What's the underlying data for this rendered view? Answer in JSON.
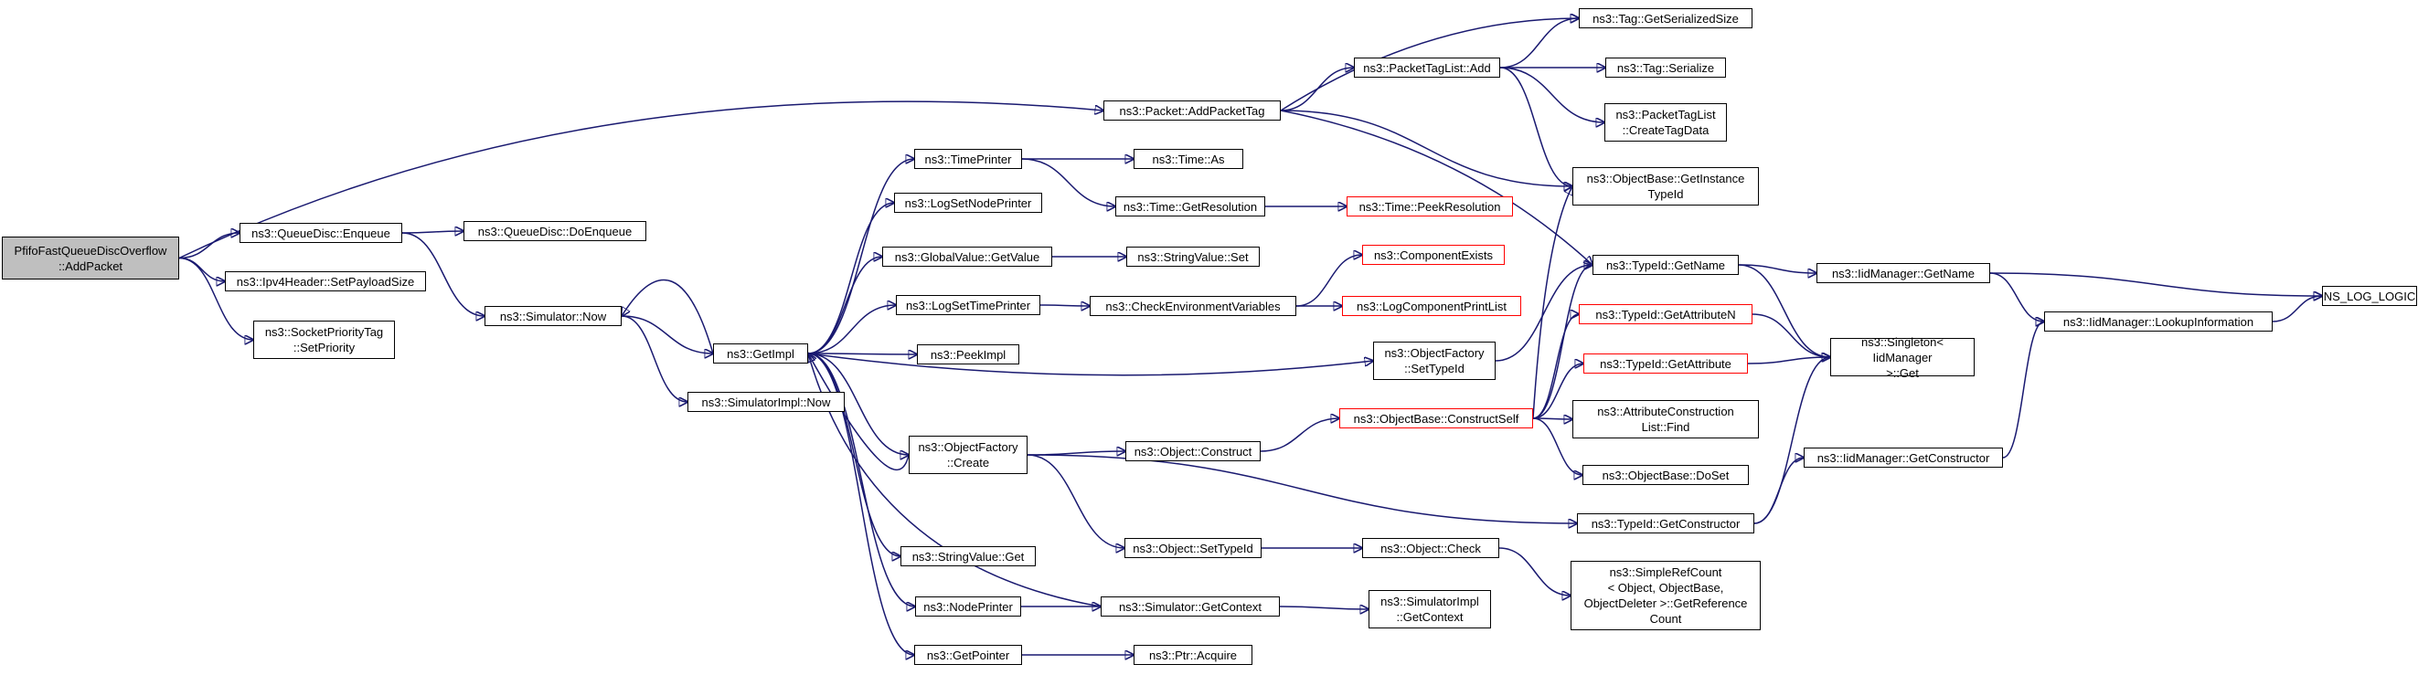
{
  "colors": {
    "edge": "#191970",
    "border": "#000000",
    "truncated_border": "#ff0000",
    "root_fill": "#bfbfbf",
    "node_fill": "#ffffff"
  },
  "nodes": {
    "root": "PfifoFastQueueDiscOverflow\n::AddPacket",
    "queuedisc_enqueue": "ns3::QueueDisc::Enqueue",
    "queuedisc_doenqueue": "ns3::QueueDisc::DoEnqueue",
    "ipv4_setpayload": "ns3::Ipv4Header::SetPayloadSize",
    "socketpriority": "ns3::SocketPriorityTag\n::SetPriority",
    "sim_now": "ns3::Simulator::Now",
    "simimpl_now": "ns3::SimulatorImpl::Now",
    "getimpl": "ns3::GetImpl",
    "timeprinter": "ns3::TimePrinter",
    "logsetnodeprinter": "ns3::LogSetNodePrinter",
    "globalvalue_getvalue": "ns3::GlobalValue::GetValue",
    "logsettimeprinter": "ns3::LogSetTimePrinter",
    "peekimpl": "ns3::PeekImpl",
    "objfactory_create": "ns3::ObjectFactory\n::Create",
    "stringvalue_get": "ns3::StringValue::Get",
    "nodeprinter": "ns3::NodePrinter",
    "getpointer": "ns3::GetPointer",
    "packet_addpackettag": "ns3::Packet::AddPacketTag",
    "time_as": "ns3::Time::As",
    "time_getresolution": "ns3::Time::GetResolution",
    "stringvalue_set": "ns3::StringValue::Set",
    "checkenv": "ns3::CheckEnvironmentVariables",
    "object_construct": "ns3::Object::Construct",
    "object_settypeid": "ns3::Object::SetTypeId",
    "sim_getcontext": "ns3::Simulator::GetContext",
    "ptr_acquire": "ns3::Ptr::Acquire",
    "packettaglist_add": "ns3::PacketTagList::Add",
    "time_peekresolution": "ns3::Time::PeekResolution",
    "componentexists": "ns3::ComponentExists",
    "logcomponentprintlist": "ns3::LogComponentPrintList",
    "objfactory_settypeid": "ns3::ObjectFactory\n::SetTypeId",
    "objectbase_constructself": "ns3::ObjectBase::ConstructSelf",
    "object_check": "ns3::Object::Check",
    "simimpl_getcontext": "ns3::SimulatorImpl\n::GetContext",
    "tag_getserializedsize": "ns3::Tag::GetSerializedSize",
    "tag_serialize": "ns3::Tag::Serialize",
    "packettaglist_createtagdata": "ns3::PacketTagList\n::CreateTagData",
    "objectbase_getinstancetypeid": "ns3::ObjectBase::GetInstance\nTypeId",
    "typeid_getname": "ns3::TypeId::GetName",
    "typeid_getattributen": "ns3::TypeId::GetAttributeN",
    "typeid_getattribute": "ns3::TypeId::GetAttribute",
    "attrconstructionlist_find": "ns3::AttributeConstruction\nList::Find",
    "objectbase_doset": "ns3::ObjectBase::DoSet",
    "typeid_getconstructor": "ns3::TypeId::GetConstructor",
    "simplerefcount": "ns3::SimpleRefCount\n< Object, ObjectBase,\nObjectDeleter >::GetReference\nCount",
    "iidmanager_getname": "ns3::IidManager::GetName",
    "singleton_get": "ns3::Singleton< IidManager\n>::Get",
    "iidmanager_getconstructor": "ns3::IidManager::GetConstructor",
    "iidmanager_lookupinformation": "ns3::IidManager::LookupInformation",
    "ns_log_logic": "NS_LOG_LOGIC"
  }
}
